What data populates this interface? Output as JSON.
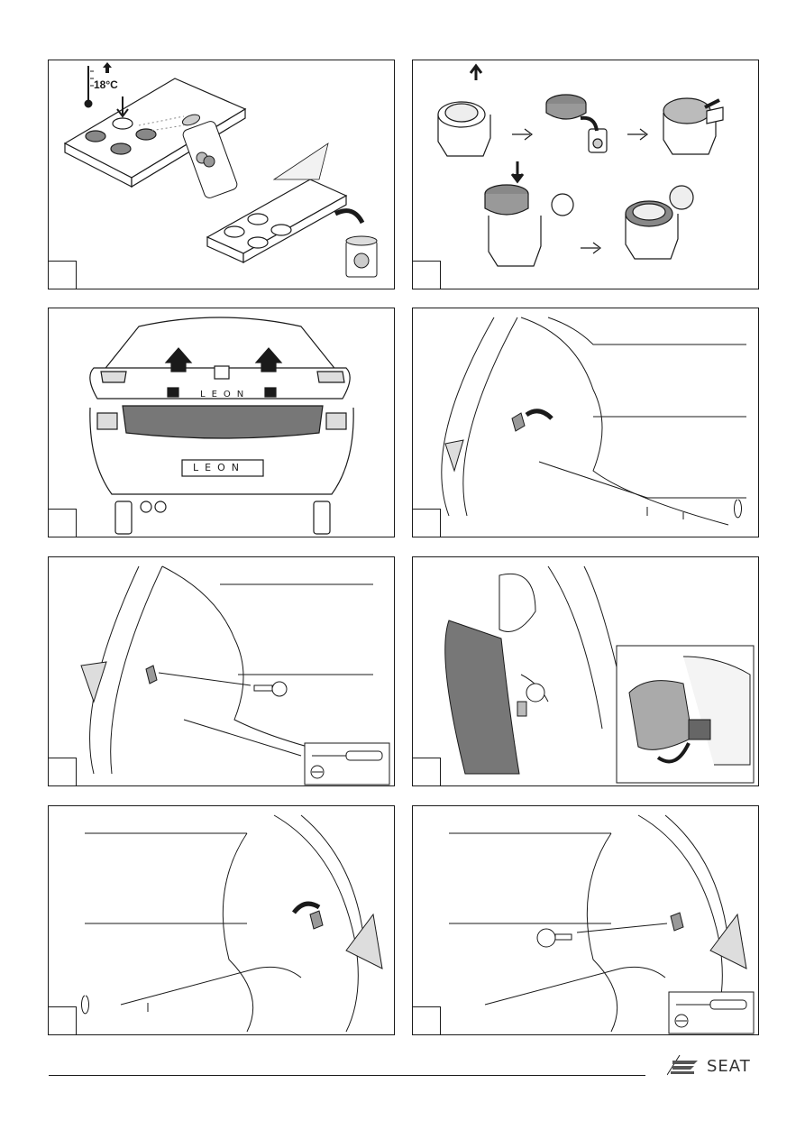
{
  "panel1": {
    "temperature_label": "18°C"
  },
  "panel3": {
    "tailgate_badge": "LEON",
    "plate_text": "LEON"
  },
  "footer": {
    "brand_name": "SEAT",
    "logo_icon": "seat-logo-icon"
  }
}
